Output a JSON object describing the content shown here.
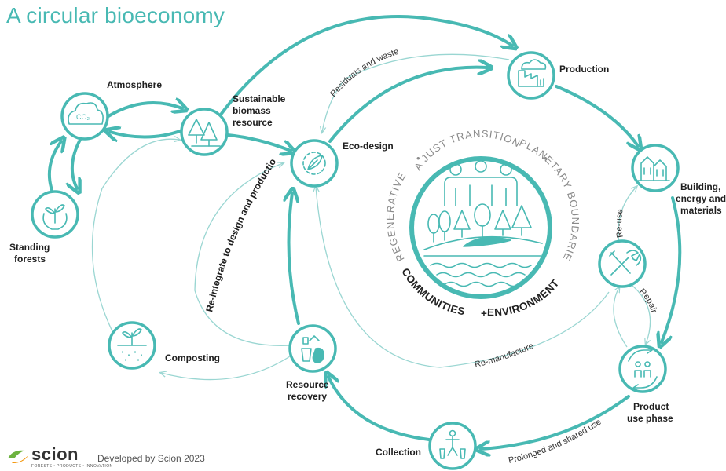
{
  "title": "A circular bioeconomy",
  "colors": {
    "accent": "#48b9b3",
    "accent_light": "#9ad6d2",
    "text": "#1f1f1f"
  },
  "nodes": {
    "atmosphere": {
      "label": "Atmosphere",
      "icon": "co2-cloud-icon",
      "icon_text": "CO₂"
    },
    "standing_forests": {
      "label_lines": [
        "Standing",
        "forests"
      ],
      "icon": "hands-seedling-icon"
    },
    "sustainable_biomass": {
      "label_lines": [
        "Sustainable",
        "biomass",
        "resource"
      ],
      "icon": "trees-icon"
    },
    "composting": {
      "label": "Composting",
      "icon": "sprout-soil-icon"
    },
    "eco_design": {
      "label": "Eco-design",
      "icon": "gear-leaf-icon"
    },
    "production": {
      "label": "Production",
      "icon": "factory-icon"
    },
    "building": {
      "label_lines": [
        "Building,",
        "energy and",
        "materials"
      ],
      "icon": "buildings-icon"
    },
    "repair_node": {
      "icon": "tools-icon"
    },
    "product_use": {
      "label_lines": [
        "Product",
        "use phase"
      ],
      "icon": "people-cycle-icon"
    },
    "collection": {
      "label": "Collection",
      "icon": "person-bins-icon"
    },
    "resource_recovery": {
      "label_lines": [
        "Resource",
        "recovery"
      ],
      "icon": "recycling-bag-icon"
    }
  },
  "flows": {
    "residuals": "Residuals and waste",
    "reintegrate": "Re-integrate to design and production",
    "remanufacture": "Re-manufacture",
    "reuse": "Re-use",
    "repair": "Repair",
    "prolonged": "Prolonged and shared use"
  },
  "center": {
    "arc_top": "A JUST TRANSITION",
    "arc_left": "REGENERATIVE",
    "arc_right": "PLANETARY BOUNDARIES",
    "separator": "•",
    "bottom_left": "COMMUNITIES",
    "plus": "+",
    "bottom_right": "ENVIRONMENT"
  },
  "footer": {
    "logo_name": "scion",
    "logo_tagline": "FORESTS • PRODUCTS • INNOVATION",
    "credit": "Developed by Scion 2023"
  }
}
